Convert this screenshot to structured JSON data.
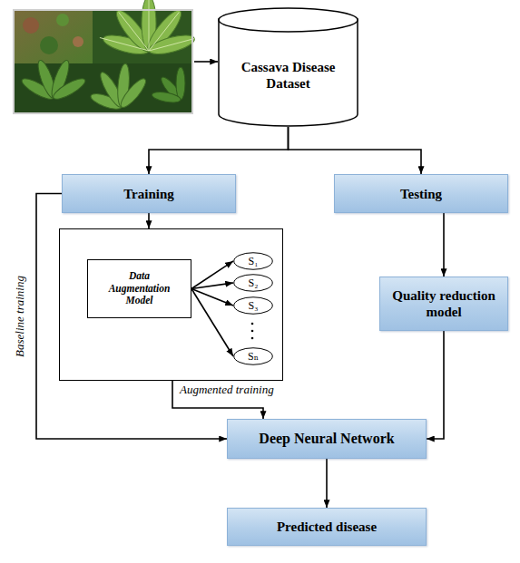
{
  "diagram": {
    "nodes": [
      {
        "text": [
          "Cassava Disease Dataset"
        ]
      },
      {
        "text": [
          "Training"
        ]
      },
      {
        "text": [
          "Testing"
        ]
      },
      {
        "text": []
      },
      {
        "text": [
          "Data Augmentation Model"
        ],
        "in": 3
      },
      {
        "text": [
          "S₁"
        ],
        "in": 3
      },
      {
        "text": [
          "S₂"
        ],
        "in": 3
      },
      {
        "text": [
          "S₃"
        ],
        "in": 3
      },
      {
        "text": [
          "Sₙ"
        ],
        "in": 3
      },
      {
        "text": [
          "Quality reduction model"
        ]
      },
      {
        "text": [
          "Deep Neural Network"
        ]
      },
      {
        "text": [
          "Predicted disease"
        ]
      }
    ],
    "edges": [
      {
        "from": 0,
        "to": 1,
        "arrow": "to"
      },
      {
        "from": 0,
        "to": 2,
        "arrow": "to"
      },
      {
        "from": 1,
        "to": 3,
        "arrow": "to"
      },
      {
        "from": 4,
        "to": 5,
        "arrow": "to"
      },
      {
        "from": 4,
        "to": 6,
        "arrow": "to"
      },
      {
        "from": 4,
        "to": 7,
        "arrow": "to"
      },
      {
        "from": 4,
        "to": 8,
        "arrow": "to"
      },
      {
        "from": 3,
        "to": 10,
        "arrow": "to",
        "label": "Augmented training"
      },
      {
        "from": 1,
        "to": 10,
        "arrow": "to",
        "label": "Baseline training"
      },
      {
        "from": 2,
        "to": 9,
        "arrow": "to"
      },
      {
        "from": 9,
        "to": 10,
        "arrow": "to"
      },
      {
        "from": 10,
        "to": 11,
        "arrow": "to"
      }
    ]
  }
}
